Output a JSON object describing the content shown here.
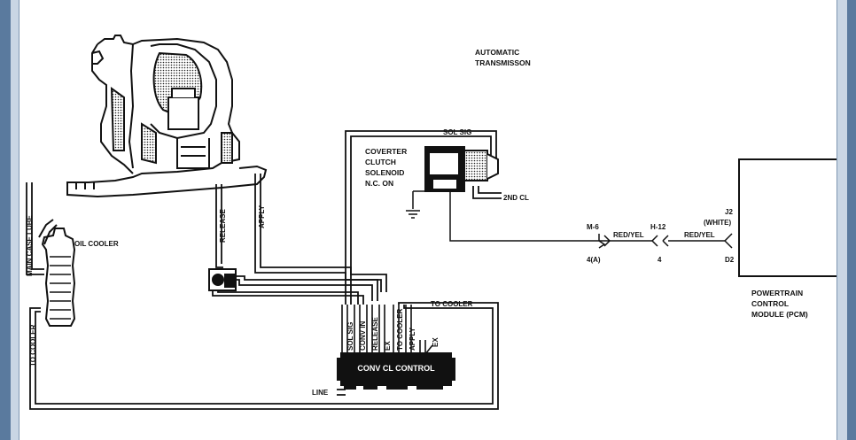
{
  "window": {
    "frame_color": "#5a7a9e",
    "frame_inner_color": "#c9d6e4",
    "background": "#ffffff"
  },
  "diagram": {
    "title_line1": "AUTOMATIC",
    "title_line2": "TRANSMISSON",
    "solenoid_line1": "COVERTER",
    "solenoid_line2": "CLUTCH",
    "solenoid_line3": "SOLENOID",
    "solenoid_line4": "N.C. ON",
    "sol_sig_top": "SOL SIG",
    "second_cl": "2ND CL",
    "main_case_lube": "MAIN CASE LUBE",
    "oil_cooler": "OIL COOLER",
    "to_cooler_left": "TO COOLER",
    "release": "RELEASE",
    "apply": "APPLY",
    "to_cooler_right": "TO COOLER",
    "valve_ports": [
      "SOL SIG",
      "CONV IN",
      "RELEASE",
      "EX",
      "TO COOLER",
      "APPLY",
      "EX"
    ],
    "valve_label": "CONV CL CONTROL",
    "line": "LINE",
    "connector_m6": "M-6",
    "connector_m6_pin": "4(A)",
    "wire1": "RED/YEL",
    "connector_h12": "H-12",
    "connector_h12_pin": "4",
    "wire2": "RED/YEL",
    "pcm_pin_top1": "J2",
    "pcm_pin_top2": "(WHITE)",
    "pcm_pin": "D2",
    "pcm_line1": "POWERTRAIN",
    "pcm_line2": "CONTROL",
    "pcm_line3": "MODULE (PCM)"
  }
}
